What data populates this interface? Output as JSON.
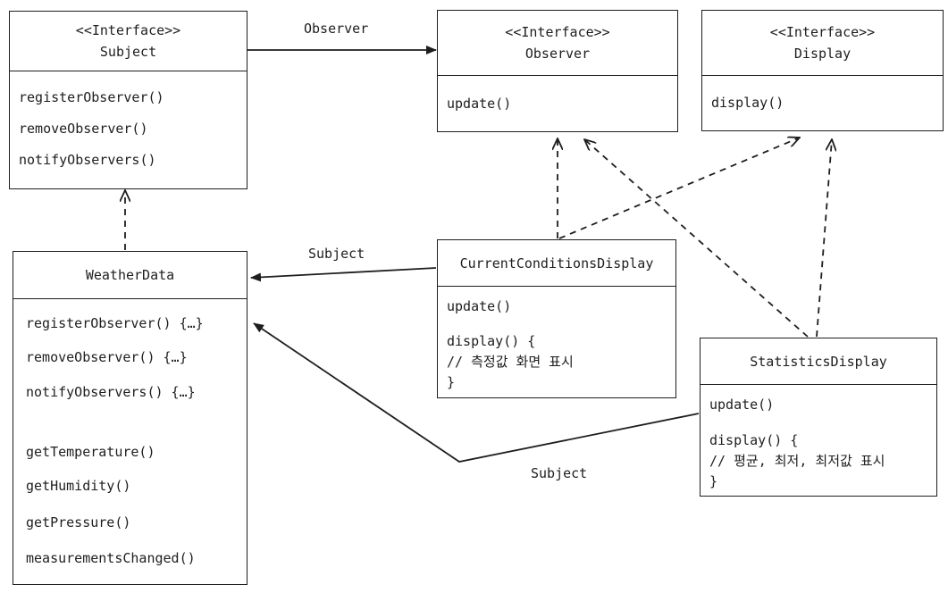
{
  "subject": {
    "stereotype": "<<Interface>>",
    "name": "Subject",
    "methods": [
      "registerObserver()",
      "removeObserver()",
      "notifyObservers()"
    ]
  },
  "observer": {
    "stereotype": "<<Interface>>",
    "name": "Observer",
    "methods": [
      "update()"
    ]
  },
  "display": {
    "stereotype": "<<Interface>>",
    "name": "Display",
    "methods": [
      "display()"
    ]
  },
  "weather_data": {
    "name": "WeatherData",
    "methods": [
      "registerObserver() {…}",
      "removeObserver() {…}",
      "notifyObservers() {…}",
      "getTemperature()",
      "getHumidity()",
      "getPressure()",
      "measurementsChanged()"
    ]
  },
  "current_conditions_display": {
    "name": "CurrentConditionsDisplay",
    "methods": [
      "update()",
      "display() {",
      "// 측정값 화면 표시",
      "}"
    ]
  },
  "statistics_display": {
    "name": "StatisticsDisplay",
    "methods": [
      "update()",
      "display() {",
      "// 평균, 최저, 최저값 표시",
      "}"
    ]
  },
  "edge_labels": {
    "subject_to_observer": "Observer",
    "current_to_weather": "Subject",
    "statistics_to_weather": "Subject"
  }
}
